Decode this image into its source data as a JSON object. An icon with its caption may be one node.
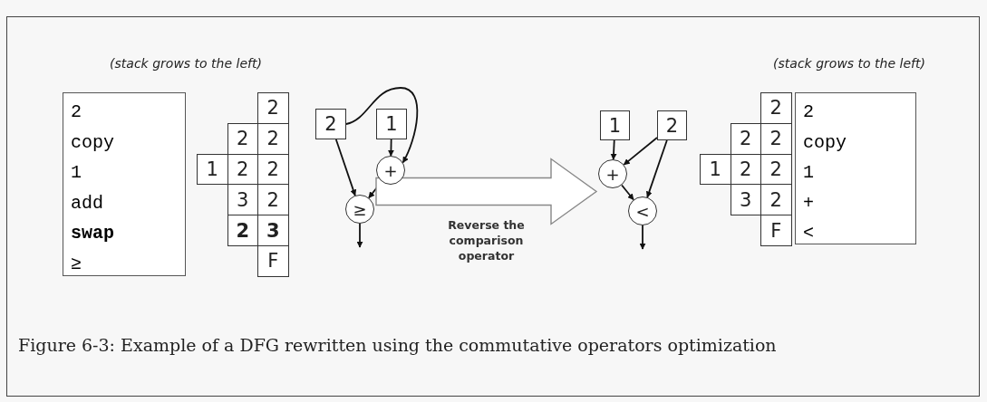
{
  "diagram": {
    "caption": "Figure 6-3: Example of a DFG rewritten using the commutative operators optimization",
    "nodes": [
      {
        "text": [
          "2",
          "copy",
          "1",
          "add",
          "swap",
          "≥"
        ]
      },
      {
        "text": [
          "2"
        ]
      },
      {
        "text": [
          "1"
        ]
      },
      {
        "text": [
          "+"
        ]
      },
      {
        "text": [
          "≥"
        ]
      },
      {
        "text": [
          "1"
        ]
      },
      {
        "text": [
          "2"
        ]
      },
      {
        "text": [
          "+"
        ]
      },
      {
        "text": [
          "<"
        ]
      },
      {
        "text": [
          "2",
          "copy",
          "1",
          "+",
          "<"
        ]
      }
    ],
    "edges": [
      {
        "from": 1,
        "to": 3,
        "arrow": "to"
      },
      {
        "from": 2,
        "to": 3,
        "arrow": "to"
      },
      {
        "from": 1,
        "to": 4,
        "arrow": "to"
      },
      {
        "from": 3,
        "to": 4,
        "arrow": "to"
      },
      {
        "from": 4,
        "to": null,
        "arrow": "to"
      },
      {
        "from": 4,
        "to": 7,
        "arrow": "to",
        "label": "Reverse the comparison operator",
        "style": "thick"
      },
      {
        "from": 5,
        "to": 7,
        "arrow": "to"
      },
      {
        "from": 6,
        "to": 7,
        "arrow": "to"
      },
      {
        "from": 6,
        "to": 8,
        "arrow": "to"
      },
      {
        "from": 7,
        "to": 8,
        "arrow": "to"
      },
      {
        "from": 8,
        "to": null,
        "arrow": "to"
      }
    ],
    "labels": [
      "(stack grows to the left)",
      "(stack grows to the left)",
      "2",
      "2",
      "2",
      "1",
      "2",
      "2",
      "3",
      "2",
      "2",
      "3",
      "F",
      "2",
      "2",
      "2",
      "1",
      "2",
      "2",
      "3",
      "2",
      "F"
    ]
  }
}
